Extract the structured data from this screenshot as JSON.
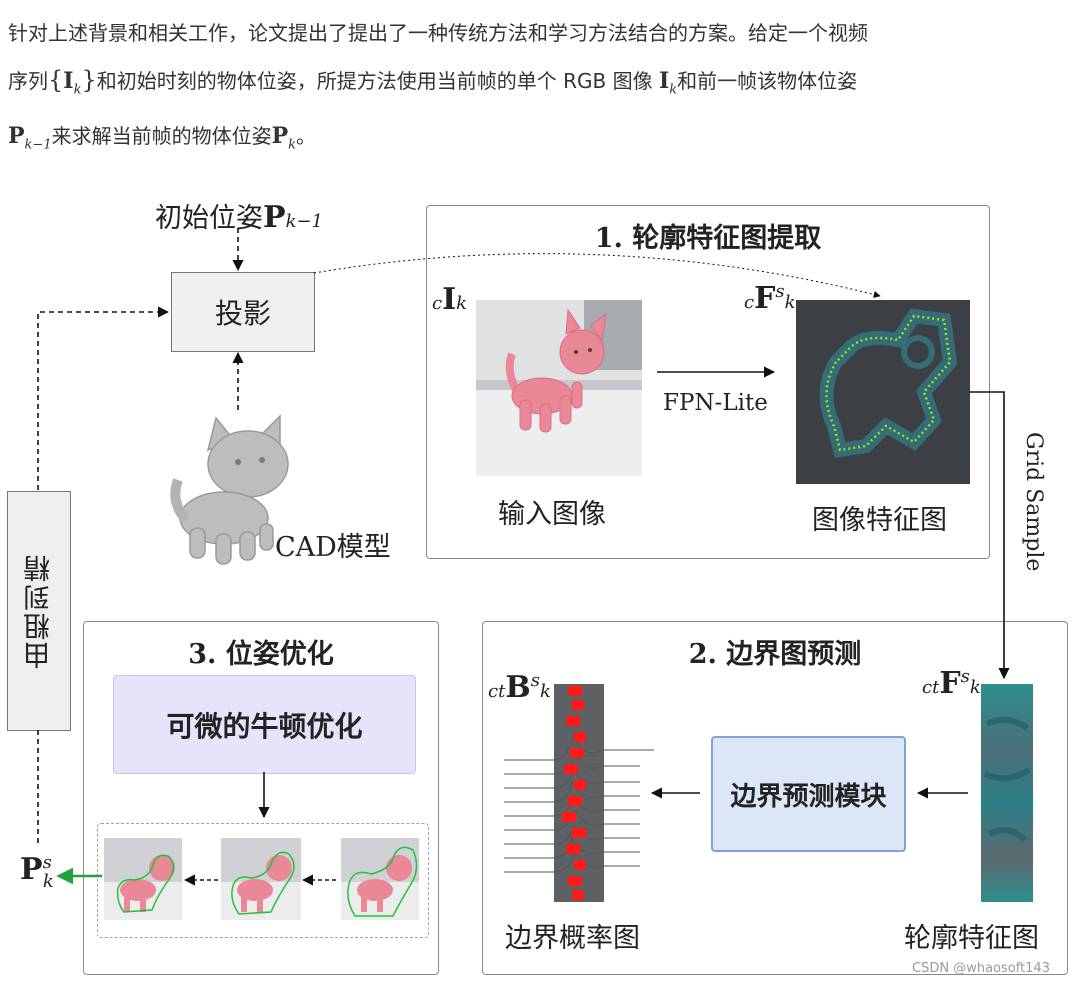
{
  "intro": {
    "s1": "针对上述背景和相关工作，论文提出了提出了一种传统方法和学习方法结合的方案。给定一个视频",
    "s2a": "序列",
    "seq": "I",
    "seq_sub": "k",
    "s2b": "和初始时刻的物体位姿，所提方法使用当前帧的单个 RGB 图像",
    "img_sym": "I",
    "img_sub": "k",
    "s2c": "和前一帧该物体位姿",
    "prev_sym": "P",
    "prev_sub": "k−1",
    "s3": "来求解当前帧的物体位姿",
    "cur_sym": "P",
    "cur_sub": "k",
    "s3_end": "。"
  },
  "diagram": {
    "init_pose": {
      "label": "初始位姿",
      "sym": "P",
      "sub": "k−1"
    },
    "projection": "投影",
    "cad_model": "CAD模型",
    "coarse_to_fine": "由粗到精",
    "stage1": {
      "title": "1. 轮廓特征图提取",
      "input_sym": {
        "pre": "c",
        "sym": "I",
        "sub": "k"
      },
      "input_label": "输入图像",
      "fpn": "FPN-Lite",
      "feat_sym": {
        "pre": "c",
        "sym": "F",
        "sup": "s",
        "sub": "k"
      },
      "feat_label": "图像特征图"
    },
    "grid_sample": "Grid Sample",
    "stage2": {
      "title": "2. 边界图预测",
      "contour_sym": {
        "pre": "ct",
        "sym": "F",
        "sup": "s",
        "sub": "k"
      },
      "contour_label": "轮廓特征图",
      "module": "边界预测模块",
      "boundary_sym": {
        "pre": "ct",
        "sym": "B",
        "sup": "s",
        "sub": "k"
      },
      "boundary_label": "边界概率图"
    },
    "stage3": {
      "title": "3. 位姿优化",
      "newton": "可微的牛顿优化"
    },
    "output_sym": {
      "sym": "P",
      "sup": "s",
      "sub": "k"
    }
  },
  "watermark": "CSDN @whaosoft143",
  "colors": {
    "panel_border": "#8a8a8a",
    "newton_fill": "#e6e3fa",
    "module_fill": "#dbe6f6",
    "module_border": "#7fa3d4",
    "output_arrow": "#22a33a",
    "kitten_pink": "#e98896",
    "cad_gray": "#bdbdbd"
  }
}
